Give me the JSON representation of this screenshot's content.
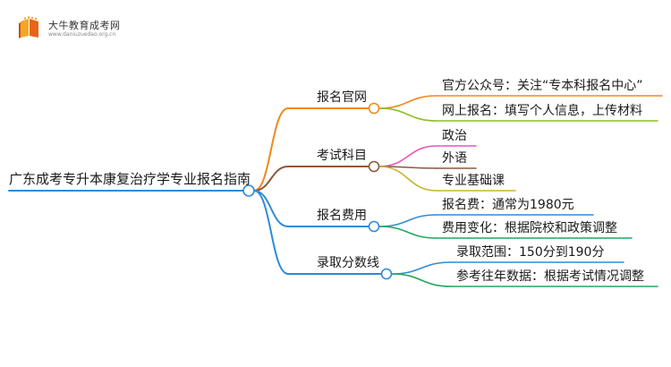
{
  "logo": {
    "title": "大牛教育成考网",
    "url": "www.daniuzuedao.org.cn"
  },
  "mindmap": {
    "root": "广东成考专升本康复治疗学专业报名指南",
    "branches": [
      {
        "label": "报名官网",
        "color": "#f08a1c",
        "leaves": [
          {
            "label": "官方公众号：关注“专本科报名中心”",
            "color": "#f08a1c"
          },
          {
            "label": "网上报名：填写个人信息，上传材料",
            "color": "#8cbf26"
          }
        ]
      },
      {
        "label": "考试科目",
        "color": "#8b5a3c",
        "leaves": [
          {
            "label": "政治",
            "color": "#e857b6"
          },
          {
            "label": "外语",
            "color": "#8b5a3c"
          },
          {
            "label": "专业基础课",
            "color": "#c8b428"
          }
        ]
      },
      {
        "label": "报名费用",
        "color": "#2f8bd8",
        "leaves": [
          {
            "label": "报名费：通常为1980元",
            "color": "#2f8bd8"
          },
          {
            "label": "费用变化：根据院校和政策调整",
            "color": "#20a85c"
          }
        ]
      },
      {
        "label": "录取分数线",
        "color": "#2f8bd8",
        "leaves": [
          {
            "label": "录取范围：150分到190分",
            "color": "#2f8bd8"
          },
          {
            "label": "参考往年数据：根据考试情况调整",
            "color": "#20a85c"
          }
        ]
      }
    ]
  },
  "colors": {
    "root_line": "#2f8bd8",
    "node_fill": "#ffffff"
  }
}
